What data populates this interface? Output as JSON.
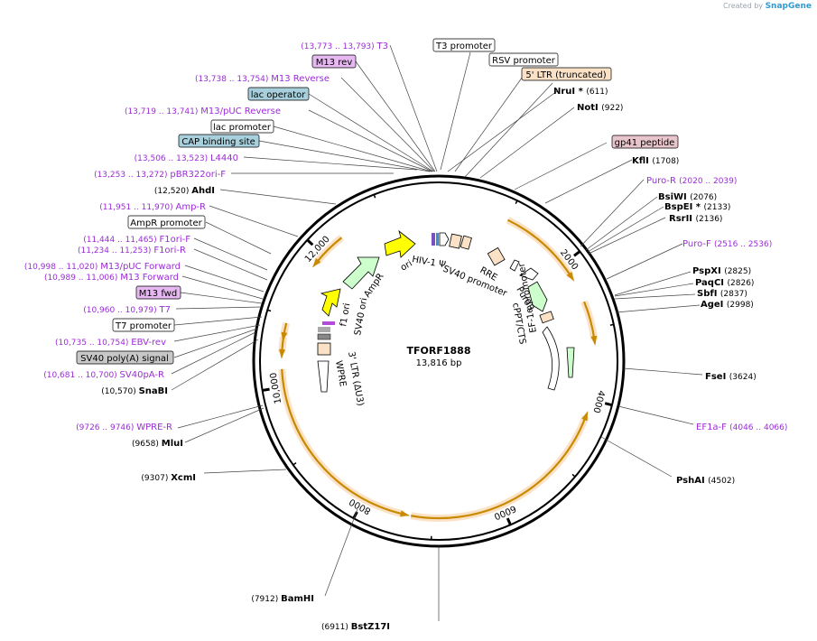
{
  "credit": {
    "prefix": "Created by",
    "brand": "SnapGene"
  },
  "plasmid": {
    "name": "TFORF1888",
    "length_label": "13,816 bp",
    "length": 13816
  },
  "colors": {
    "primer": "#9b2cd6",
    "feature_orange": "#fbe2c6",
    "highlight_blue": "#a8d0dc",
    "highlight_purple": "#e6b8f0",
    "highlight_pink": "#e8c4cc",
    "arrow_yellow": "#ffff00",
    "arrow_green": "#ccffcc"
  },
  "ticks": [
    "2000",
    "4000",
    "6000",
    "8000",
    "10,000",
    "12,000"
  ],
  "enzymes": [
    {
      "name": "NruI *",
      "pos": "(611)"
    },
    {
      "name": "NotI",
      "pos": "(922)"
    },
    {
      "name": "KflI",
      "pos": "(1708)"
    },
    {
      "name": "BsiWI",
      "pos": "(2076)"
    },
    {
      "name": "BspEI *",
      "pos": "(2133)"
    },
    {
      "name": "RsrII",
      "pos": "(2136)"
    },
    {
      "name": "PspXI",
      "pos": "(2825)"
    },
    {
      "name": "PaqCI",
      "pos": "(2826)"
    },
    {
      "name": "SbfI",
      "pos": "(2837)"
    },
    {
      "name": "AgeI",
      "pos": "(2998)"
    },
    {
      "name": "FseI",
      "pos": "(3624)"
    },
    {
      "name": "PshAI",
      "pos": "(4502)"
    },
    {
      "name": "BstZ17I",
      "pos": "(6911)"
    },
    {
      "name": "BamHI",
      "pos": "(7912)"
    },
    {
      "name": "XcmI",
      "pos": "(9307)"
    },
    {
      "name": "MluI",
      "pos": "(9658)"
    },
    {
      "name": "SnaBI",
      "pos": "(10,570)"
    },
    {
      "name": "AhdI",
      "pos": "(12,520)"
    }
  ],
  "primers": [
    {
      "name": "T3",
      "range": "(13,773 .. 13,793)"
    },
    {
      "name": "M13 Reverse",
      "range": "(13,738 .. 13,754)"
    },
    {
      "name": "M13/pUC Reverse",
      "range": "(13,719 .. 13,741)"
    },
    {
      "name": "L4440",
      "range": "(13,506 .. 13,523)"
    },
    {
      "name": "pBR322ori-F",
      "range": "(13,253 .. 13,272)"
    },
    {
      "name": "Amp-R",
      "range": "(11,951 .. 11,970)"
    },
    {
      "name": "F1ori-F",
      "range": "(11,444 .. 11,465)"
    },
    {
      "name": "F1ori-R",
      "range": "(11,234 .. 11,253)"
    },
    {
      "name": "M13/pUC Forward",
      "range": "(10,998 .. 11,020)"
    },
    {
      "name": "M13 Forward",
      "range": "(10,989 .. 11,006)"
    },
    {
      "name": "T7",
      "range": "(10,960 .. 10,979)"
    },
    {
      "name": "EBV-rev",
      "range": "(10,735 .. 10,754)"
    },
    {
      "name": "SV40pA-R",
      "range": "(10,681 .. 10,700)"
    },
    {
      "name": "WPRE-R",
      "range": "(9726 .. 9746)"
    },
    {
      "name": "Puro-R",
      "range": "(2020 .. 2039)"
    },
    {
      "name": "Puro-F",
      "range": "(2516 .. 2536)"
    },
    {
      "name": "EF1a-F",
      "range": "(4046 .. 4066)"
    }
  ],
  "boxed_labels": {
    "m13_rev": "M13 rev",
    "lac_operator": "lac operator",
    "lac_promoter": "lac promoter",
    "cap_site": "CAP binding site",
    "ampr_promoter": "AmpR promoter",
    "m13_fwd": "M13 fwd",
    "t7_promoter": "T7 promoter",
    "sv40_polya": "SV40 poly(A) signal",
    "t3_promoter": "T3 promoter",
    "rsv_promoter": "RSV promoter",
    "ltr5": "5' LTR (truncated)",
    "gp41": "gp41 peptide"
  },
  "features": {
    "hiv_psi": "HIV-1 Ψ",
    "rre": "RRE",
    "sv40_promoter": "SV40 promoter",
    "puror": "PuroR",
    "cppt": "cPPT/CTS",
    "ef1a": "EF-1α promoter",
    "ltr3": "3' LTR (ΔU3)",
    "wpre": "WPRE",
    "sv40_ori": "SV40 ori",
    "f1_ori": "f1 ori",
    "ampr": "AmpR",
    "ori": "ori"
  }
}
